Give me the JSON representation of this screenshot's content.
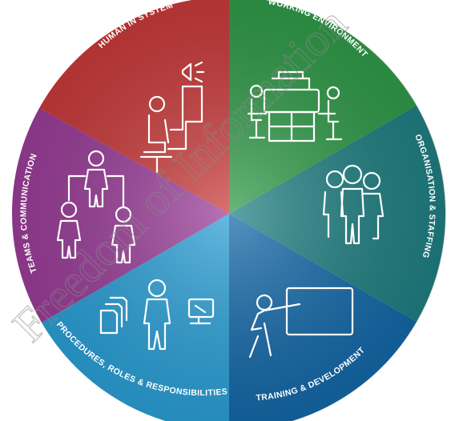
{
  "segments": [
    {
      "id": "human-in-system",
      "label": "HUMAN IN SYSTEM",
      "color": "#c93a3a"
    },
    {
      "id": "working-environment",
      "label": "WORKING ENVIRONMENT",
      "color": "#2f9a48"
    },
    {
      "id": "organisation-staffing",
      "label": "ORGANISATION & STAFFING",
      "color": "#1f7f82"
    },
    {
      "id": "training-development",
      "label": "TRAINING & DEVELOPMENT",
      "color": "#1368a8"
    },
    {
      "id": "procedures",
      "label": "PROCEDURES, ROLES & RESPONSIBILITIES",
      "color": "#2a9fd6"
    },
    {
      "id": "teams-communication",
      "label": "TEAMS & COMMUNICATION",
      "color": "#9a3d98"
    }
  ],
  "watermark": {
    "text": "Freedom of Information"
  }
}
